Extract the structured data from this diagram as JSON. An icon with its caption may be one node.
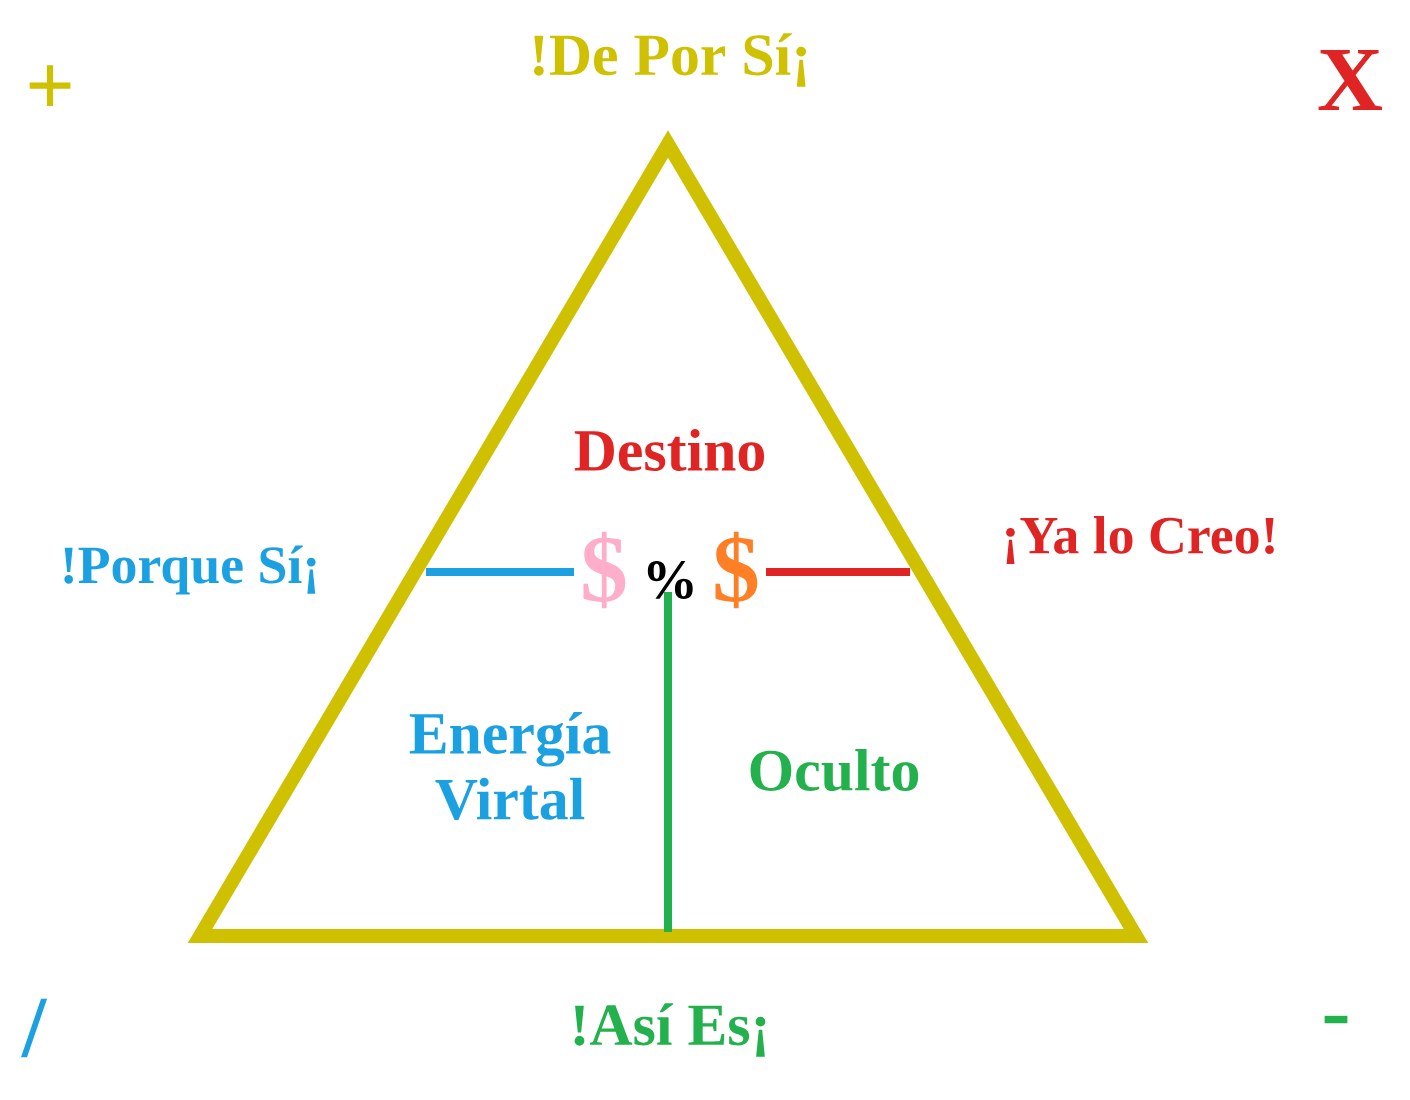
{
  "diagram": {
    "labels": [
      "+",
      "!De Por Sí¡",
      "X",
      "Destino",
      "!Porque Sí¡",
      "$",
      "%",
      "$",
      "¡Ya lo Creo!",
      "Energía Virtal",
      "Oculto",
      "/",
      "!Así Es¡",
      "-"
    ]
  }
}
